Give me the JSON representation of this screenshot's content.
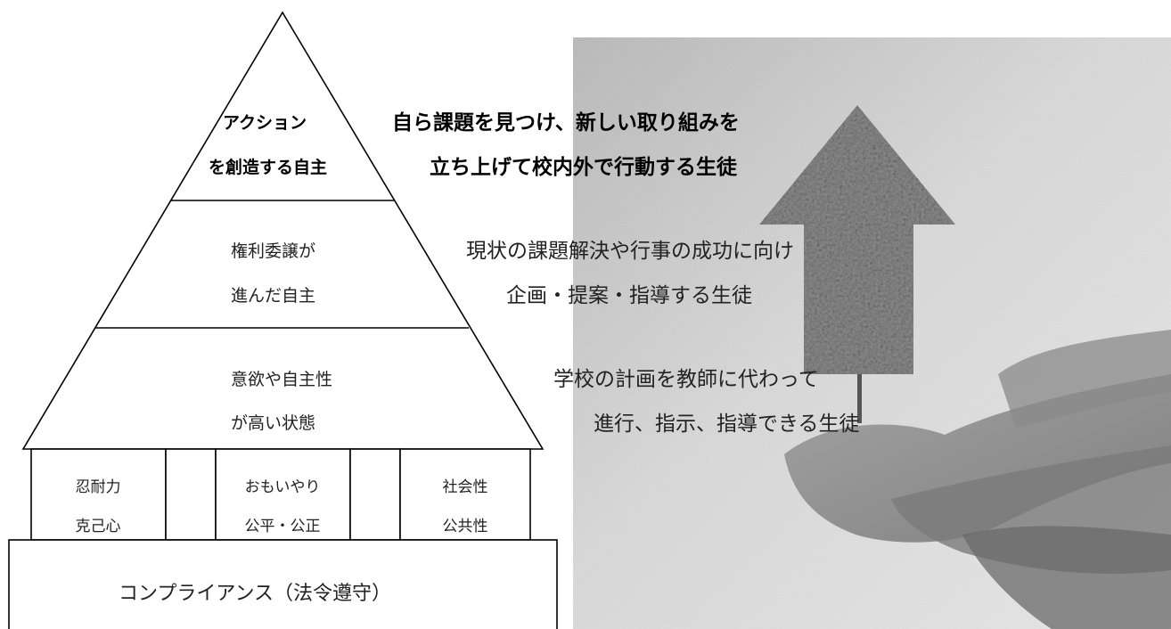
{
  "pyramid": {
    "tiers": [
      {
        "lines": [
          "アクション",
          "を創造する自主"
        ]
      },
      {
        "lines": [
          "権利委譲が",
          "進んだ自主"
        ]
      },
      {
        "lines": [
          "意欲や自主性",
          "が高い状態"
        ]
      }
    ]
  },
  "descriptions": [
    {
      "lines": [
        "自ら課題を見つけ、新しい取り組みを",
        "立ち上げて校内外で行動する生徒"
      ]
    },
    {
      "lines": [
        "現状の課題解決や行事の成功に向け",
        "企画・提案・指導する生徒"
      ]
    },
    {
      "lines": [
        "学校の計画を教師に代わって",
        "進行、指示、指導できる生徒"
      ]
    }
  ],
  "pillars": [
    {
      "lines": [
        "忍耐力",
        "克己心"
      ]
    },
    {
      "lines": [
        "おもいやり",
        "公平・公正"
      ]
    },
    {
      "lines": [
        "社会性",
        "公共性"
      ]
    }
  ],
  "foundation": {
    "label": "コンプライアンス（法令遵守）"
  },
  "photo": {
    "icon": "tree-arrow-in-hands-icon"
  },
  "colors": {
    "line": "#000000",
    "photo_bg": "#c9c9c9"
  }
}
